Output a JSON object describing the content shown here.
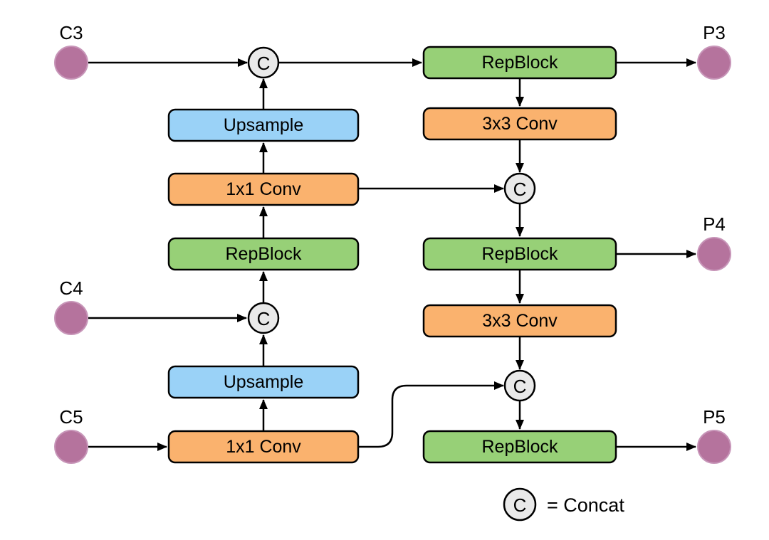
{
  "palette": {
    "block_green": "#97d077",
    "block_orange": "#fab26e",
    "block_blue": "#9ad2f7",
    "io_purple": "#b5739d",
    "concat_gray": "#e9e9e9",
    "edge_black": "#000000"
  },
  "io": {
    "c3": {
      "label": "C3"
    },
    "c4": {
      "label": "C4"
    },
    "c5": {
      "label": "C5"
    },
    "p3": {
      "label": "P3"
    },
    "p4": {
      "label": "P4"
    },
    "p5": {
      "label": "P5"
    }
  },
  "blocks": {
    "upsample_top": {
      "label": "Upsample"
    },
    "conv1x1_top": {
      "label": "1x1 Conv"
    },
    "repblock_left": {
      "label": "RepBlock"
    },
    "upsample_bottom": {
      "label": "Upsample"
    },
    "conv1x1_bottom": {
      "label": "1x1 Conv"
    },
    "repblock_p3": {
      "label": "RepBlock"
    },
    "conv3x3_p3": {
      "label": "3x3 Conv"
    },
    "repblock_p4": {
      "label": "RepBlock"
    },
    "conv3x3_p4": {
      "label": "3x3 Conv"
    },
    "repblock_p5": {
      "label": "RepBlock"
    }
  },
  "concat": {
    "symbol": "C"
  },
  "legend": {
    "symbol": "C",
    "text": "= Concat"
  }
}
